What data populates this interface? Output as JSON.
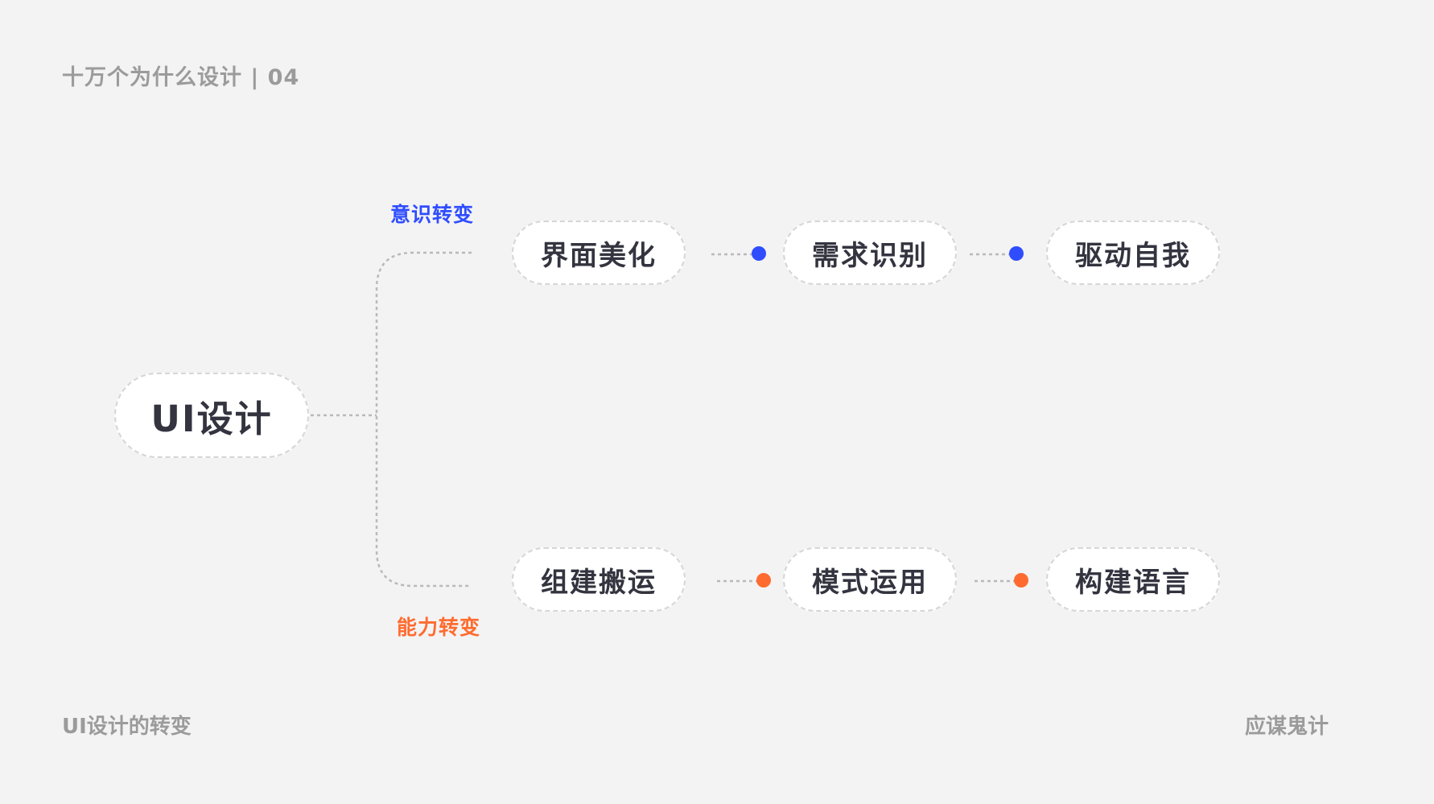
{
  "header": {
    "title": "十万个为什么设计 | 04"
  },
  "root": {
    "label": "UI设计"
  },
  "branches": [
    {
      "label": "意识转变",
      "color": "#2f4dff",
      "nodes": [
        "界面美化",
        "需求识别",
        "驱动自我"
      ]
    },
    {
      "label": "能力转变",
      "color": "#ff6b2f",
      "nodes": [
        "组建搬运",
        "模式运用",
        "构建语言"
      ]
    }
  ],
  "footer": {
    "left": "UI设计的转变",
    "right": "应谋鬼计"
  }
}
